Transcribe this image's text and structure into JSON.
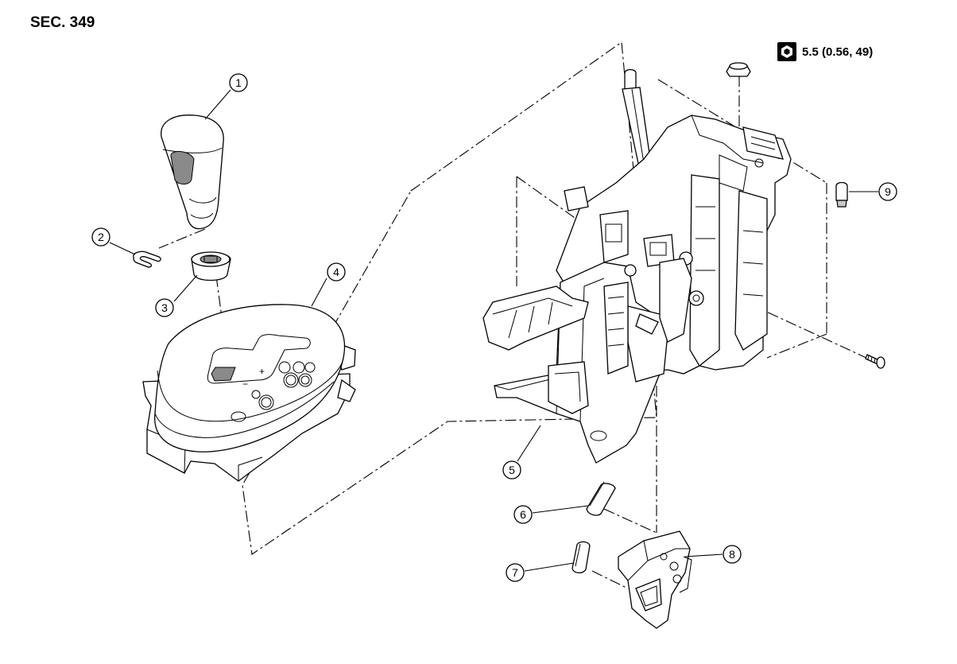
{
  "section_label": "SEC. 349",
  "torque_spec": "5.5 (0.56, 49)",
  "torque_icon": "torque-wrench-icon",
  "callouts": [
    "1",
    "2",
    "3",
    "4",
    "5",
    "6",
    "7",
    "8",
    "9"
  ]
}
